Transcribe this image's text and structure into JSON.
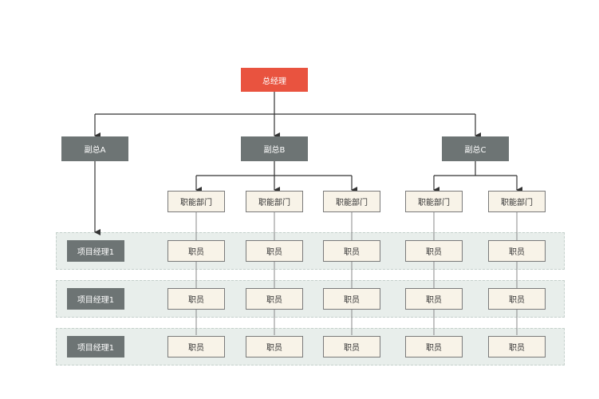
{
  "colors": {
    "ceo": "#e9533f",
    "manager": "#6d7474",
    "box_fill": "#f8f3e8",
    "band_fill": "#e8eeeb",
    "line": "#333333"
  },
  "ceo": {
    "label": "总经理"
  },
  "vps": [
    {
      "label": "副总A"
    },
    {
      "label": "副总B"
    },
    {
      "label": "副总C"
    }
  ],
  "departments": [
    {
      "label": "职能部门"
    },
    {
      "label": "职能部门"
    },
    {
      "label": "职能部门"
    },
    {
      "label": "职能部门"
    },
    {
      "label": "职能部门"
    }
  ],
  "rows": [
    {
      "manager": "项目经理1",
      "staff": [
        "职员",
        "职员",
        "职员",
        "职员",
        "职员"
      ]
    },
    {
      "manager": "项目经理1",
      "staff": [
        "职员",
        "职员",
        "职员",
        "职员",
        "职员"
      ]
    },
    {
      "manager": "项目经理1",
      "staff": [
        "职员",
        "职员",
        "职员",
        "职员",
        "职员"
      ]
    }
  ]
}
